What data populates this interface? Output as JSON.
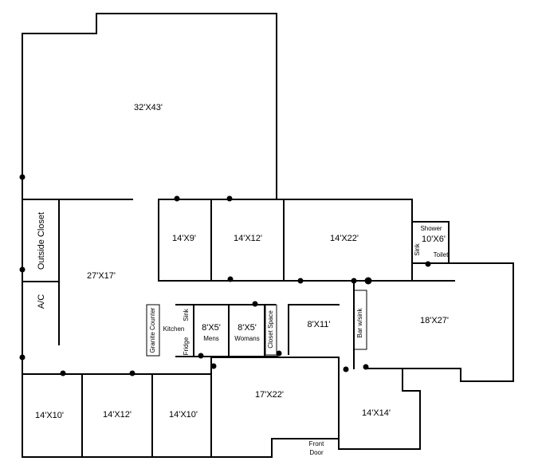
{
  "rooms": {
    "big_room": "32'X43'",
    "outside_closet": "Outside Closet",
    "ac": "A/C",
    "room_27x17": "27'X17'",
    "room_14x9": "14'X9'",
    "room_14x12_top": "14'X12'",
    "room_14x22": "14'X22'",
    "shower": "Shower",
    "room_10x6": "10'X6'",
    "sink_right": "Sink",
    "toilet": "Toilet",
    "granite_counter": "Granite Counter",
    "kitchen": "Kitchen",
    "sink_kitchen": "Sink",
    "fridge": "Fridge",
    "mens_size": "8'X5'",
    "mens": "Mens",
    "womans_size": "8'X5'",
    "womans": "Womans",
    "closet_space": "Closet Space",
    "room_8x11": "8'X11'",
    "bar_sink": "Bar w/sink",
    "room_18x27": "18'X27'",
    "room_14x10_left": "14'X10'",
    "room_14x12_bottom": "14'X12'",
    "room_14x10_right": "14'X10'",
    "room_17x22": "17'X22'",
    "front": "Front",
    "door": "Door",
    "room_14x14": "14'X14'"
  }
}
